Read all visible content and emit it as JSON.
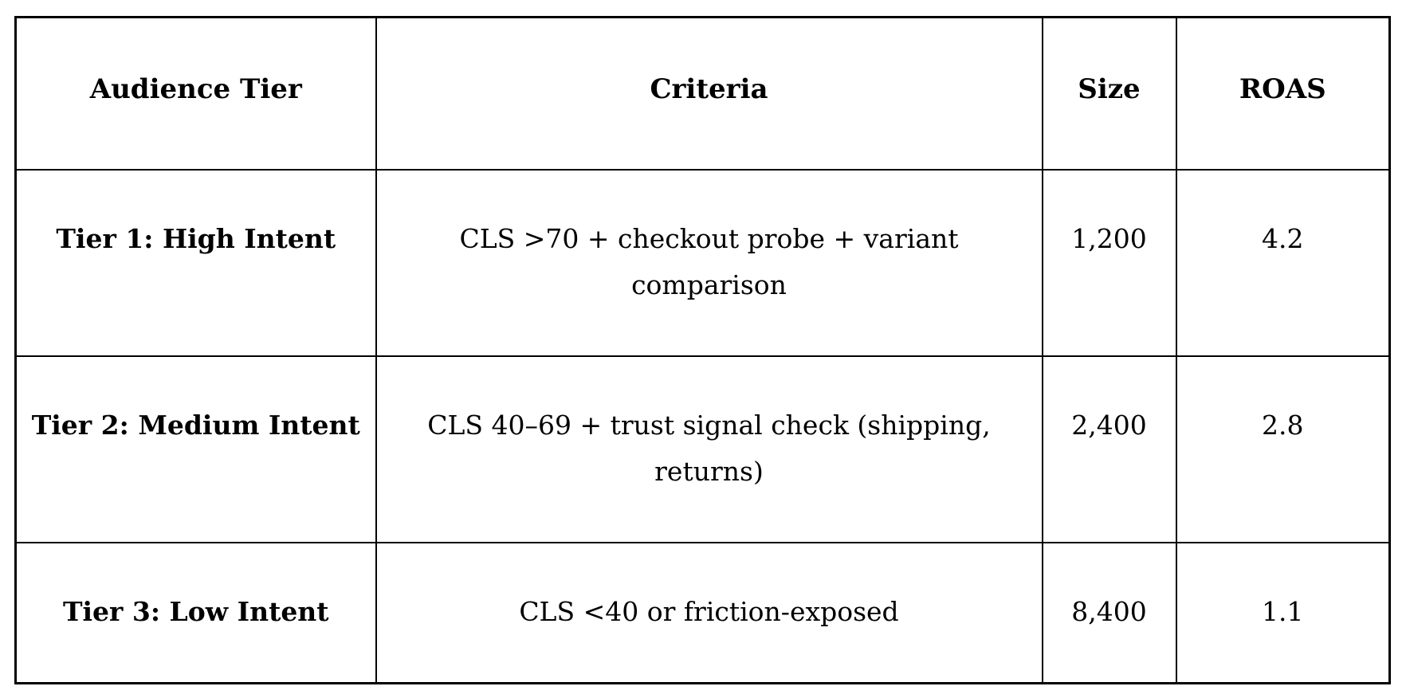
{
  "table": {
    "columns": [
      {
        "label": "Audience Tier"
      },
      {
        "label": "Criteria"
      },
      {
        "label": "Size"
      },
      {
        "label": "ROAS"
      }
    ],
    "rows": [
      {
        "tier": "Tier 1: High Intent",
        "criteria_lines": [
          "CLS >70 + checkout probe + variant",
          "comparison"
        ],
        "size": "1,200",
        "roas": "4.2"
      },
      {
        "tier": "Tier 2: Medium Intent",
        "criteria_lines": [
          "CLS 40–69 + trust signal check (shipping,",
          "returns)"
        ],
        "size": "2,400",
        "roas": "2.8"
      },
      {
        "tier": "Tier 3: Low Intent",
        "criteria_lines": [
          "CLS <40 or friction-exposed"
        ],
        "size": "8,400",
        "roas": "1.1"
      }
    ],
    "colors": {
      "border": "#000000",
      "text": "#000000",
      "background": "#ffffff"
    }
  }
}
